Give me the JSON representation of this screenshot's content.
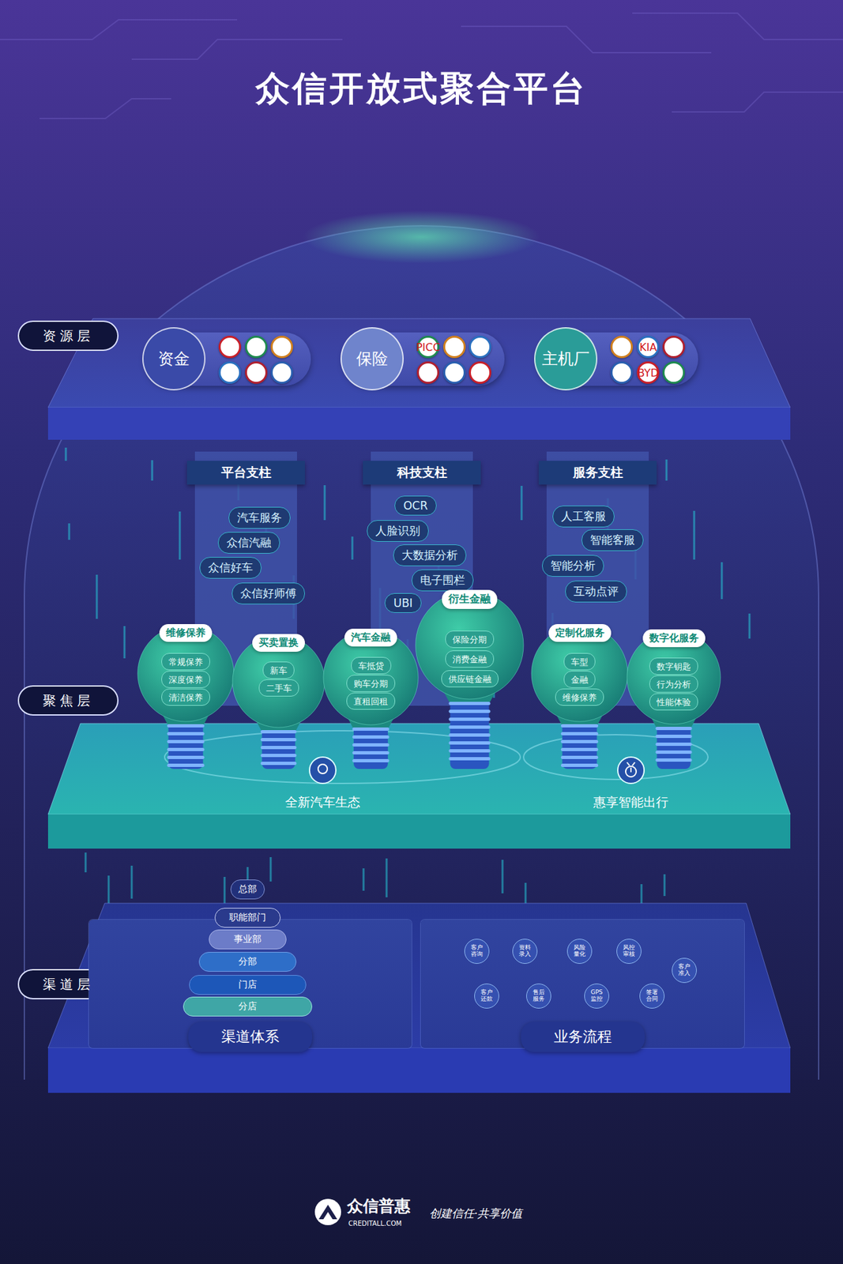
{
  "diagram": {
    "title": "众信开放式聚合平台",
    "nodes": [
      {
        "text": [
          "资源层"
        ]
      },
      {
        "text": [
          "资金"
        ]
      },
      {
        "text": [
          "保险"
        ]
      },
      {
        "text": [
          "主机厂"
        ]
      },
      {
        "text": [
          "平台支柱"
        ]
      },
      {
        "text": [
          "汽车服务"
        ],
        "in": 4
      },
      {
        "text": [
          "众信汽融"
        ],
        "in": 4
      },
      {
        "text": [
          "众信好车"
        ],
        "in": 4
      },
      {
        "text": [
          "众信好师傅"
        ],
        "in": 4
      },
      {
        "text": [
          "科技支柱"
        ]
      },
      {
        "text": [
          "OCR"
        ],
        "in": 9
      },
      {
        "text": [
          "人脸识别"
        ],
        "in": 9
      },
      {
        "text": [
          "大数据分析"
        ],
        "in": 9
      },
      {
        "text": [
          "电子围栏"
        ],
        "in": 9
      },
      {
        "text": [
          "UBI"
        ],
        "in": 9
      },
      {
        "text": [
          "服务支柱"
        ]
      },
      {
        "text": [
          "人工客服"
        ],
        "in": 15
      },
      {
        "text": [
          "智能客服"
        ],
        "in": 15
      },
      {
        "text": [
          "智能分析"
        ],
        "in": 15
      },
      {
        "text": [
          "互动点评"
        ],
        "in": 15
      },
      {
        "text": [
          "聚焦层"
        ]
      },
      {
        "text": [
          "维修保养"
        ]
      },
      {
        "text": [
          "常规保养"
        ],
        "in": 21
      },
      {
        "text": [
          "深度保养"
        ],
        "in": 21
      },
      {
        "text": [
          "清洁保养"
        ],
        "in": 21
      },
      {
        "text": [
          "买卖置换"
        ]
      },
      {
        "text": [
          "新车"
        ],
        "in": 25
      },
      {
        "text": [
          "二手车"
        ],
        "in": 25
      },
      {
        "text": [
          "汽车金融"
        ]
      },
      {
        "text": [
          "车抵贷"
        ],
        "in": 28
      },
      {
        "text": [
          "购车分期"
        ],
        "in": 28
      },
      {
        "text": [
          "直租回租"
        ],
        "in": 28
      },
      {
        "text": [
          "衍生金融"
        ]
      },
      {
        "text": [
          "保险分期"
        ],
        "in": 32
      },
      {
        "text": [
          "消费金融"
        ],
        "in": 32
      },
      {
        "text": [
          "供应链金融"
        ],
        "in": 32
      },
      {
        "text": [
          "定制化服务"
        ]
      },
      {
        "text": [
          "车型"
        ],
        "in": 36
      },
      {
        "text": [
          "金融"
        ],
        "in": 36
      },
      {
        "text": [
          "维修保养"
        ],
        "in": 36
      },
      {
        "text": [
          "数字化服务"
        ]
      },
      {
        "text": [
          "数字钥匙"
        ],
        "in": 40
      },
      {
        "text": [
          "行为分析"
        ],
        "in": 40
      },
      {
        "text": [
          "性能体验"
        ],
        "in": 40
      },
      {
        "text": [
          "渠道层"
        ]
      },
      {
        "text": [
          "渠道体系"
        ]
      },
      {
        "text": [
          "总部"
        ],
        "in": 45
      },
      {
        "text": [
          "职能部门"
        ],
        "in": 45
      },
      {
        "text": [
          "事业部"
        ],
        "in": 45
      },
      {
        "text": [
          "分部"
        ],
        "in": 45
      },
      {
        "text": [
          "门店"
        ],
        "in": 45
      },
      {
        "text": [
          "分店"
        ],
        "in": 45
      },
      {
        "text": [
          "业务流程"
        ]
      },
      {
        "text": [
          "客户咨询"
        ],
        "in": 52
      },
      {
        "text": [
          "资料录入"
        ],
        "in": 52
      },
      {
        "text": [
          "风险量化"
        ],
        "in": 52
      },
      {
        "text": [
          "风控审核"
        ],
        "in": 52
      },
      {
        "text": [
          "客户准入"
        ],
        "in": 52
      },
      {
        "text": [
          "签署合同"
        ],
        "in": 52
      },
      {
        "text": [
          "GPS监控"
        ],
        "in": 52
      },
      {
        "text": [
          "售后服务"
        ],
        "in": 52
      },
      {
        "text": [
          "客户还款"
        ],
        "in": 52
      }
    ],
    "edges": [
      {
        "from": 53,
        "to": 54,
        "arrow": "to"
      },
      {
        "from": 54,
        "to": 55,
        "arrow": "to"
      },
      {
        "from": 55,
        "to": 56,
        "arrow": "to"
      },
      {
        "from": 56,
        "to": 57,
        "arrow": "to"
      },
      {
        "from": 57,
        "to": 58,
        "arrow": "to"
      },
      {
        "from": 58,
        "to": 59,
        "arrow": "to"
      },
      {
        "from": 59,
        "to": 60,
        "arrow": "to"
      },
      {
        "from": 60,
        "to": 61,
        "arrow": "to"
      }
    ],
    "labels": [
      "PICC",
      "KIA",
      "BYD",
      "全新汽车生态",
      "惠享智能出行",
      "众信普惠",
      "CREDITALL.COM",
      "创建信任·共享价值"
    ]
  }
}
